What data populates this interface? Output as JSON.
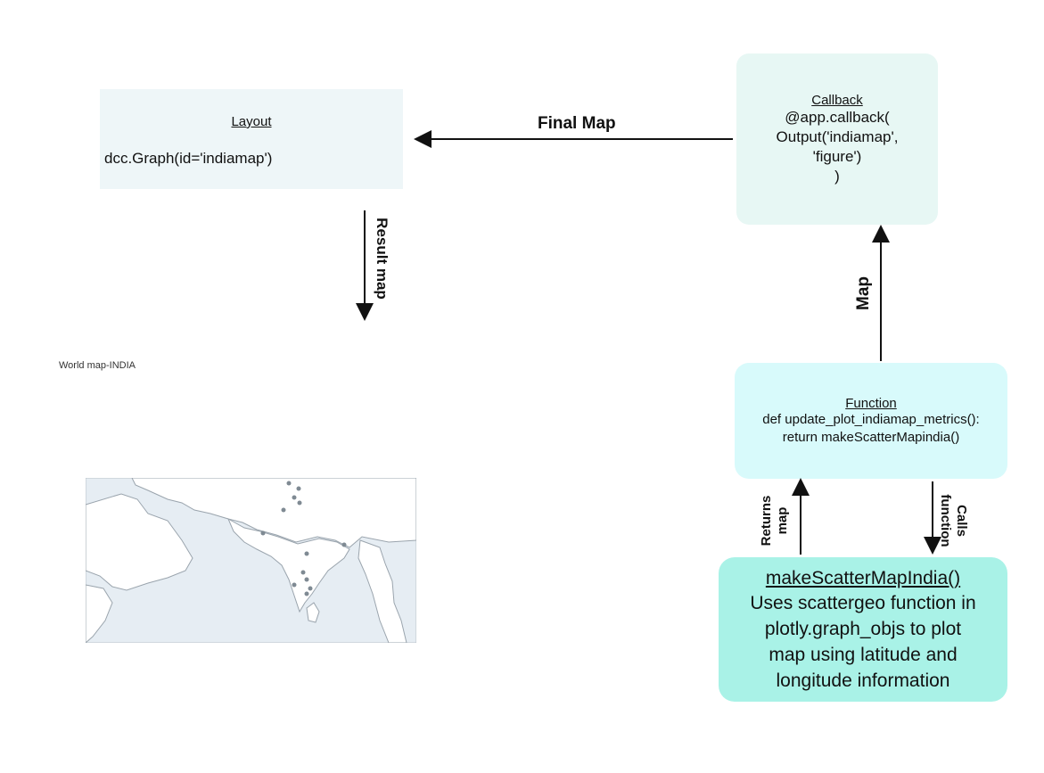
{
  "layout_box": {
    "title": "Layout",
    "code": "dcc.Graph(id='indiamap')"
  },
  "callback_box": {
    "title": "Callback",
    "lines": [
      "@app.callback(",
      "Output('indiamap',",
      "'figure')",
      ")"
    ]
  },
  "function_box": {
    "title": "Function",
    "lines": [
      "def update_plot_indiamap_metrics():",
      "return makeScatterMapindia()"
    ]
  },
  "make_box": {
    "title": "makeScatterMapIndia()",
    "lines": [
      "Uses scattergeo function in",
      "plotly.graph_objs to plot",
      "map using latitude and",
      "longitude information"
    ]
  },
  "arrows": {
    "final_map": "Final Map",
    "result_map": "Result map",
    "map": "Map",
    "returns_map": [
      "Returns",
      "map"
    ],
    "calls_function": [
      "Calls",
      "function"
    ]
  },
  "map_preview": {
    "label": "World map-INDIA",
    "land_color": "#ffffff",
    "water_color": "#e6edf3",
    "marker_color": "#7f8a93"
  },
  "colors": {
    "layout_bg": "#eef6f8",
    "callback_bg": "#e7f7f4",
    "function_bg": "#d8fafb",
    "make_bg": "#a9f2e7"
  }
}
